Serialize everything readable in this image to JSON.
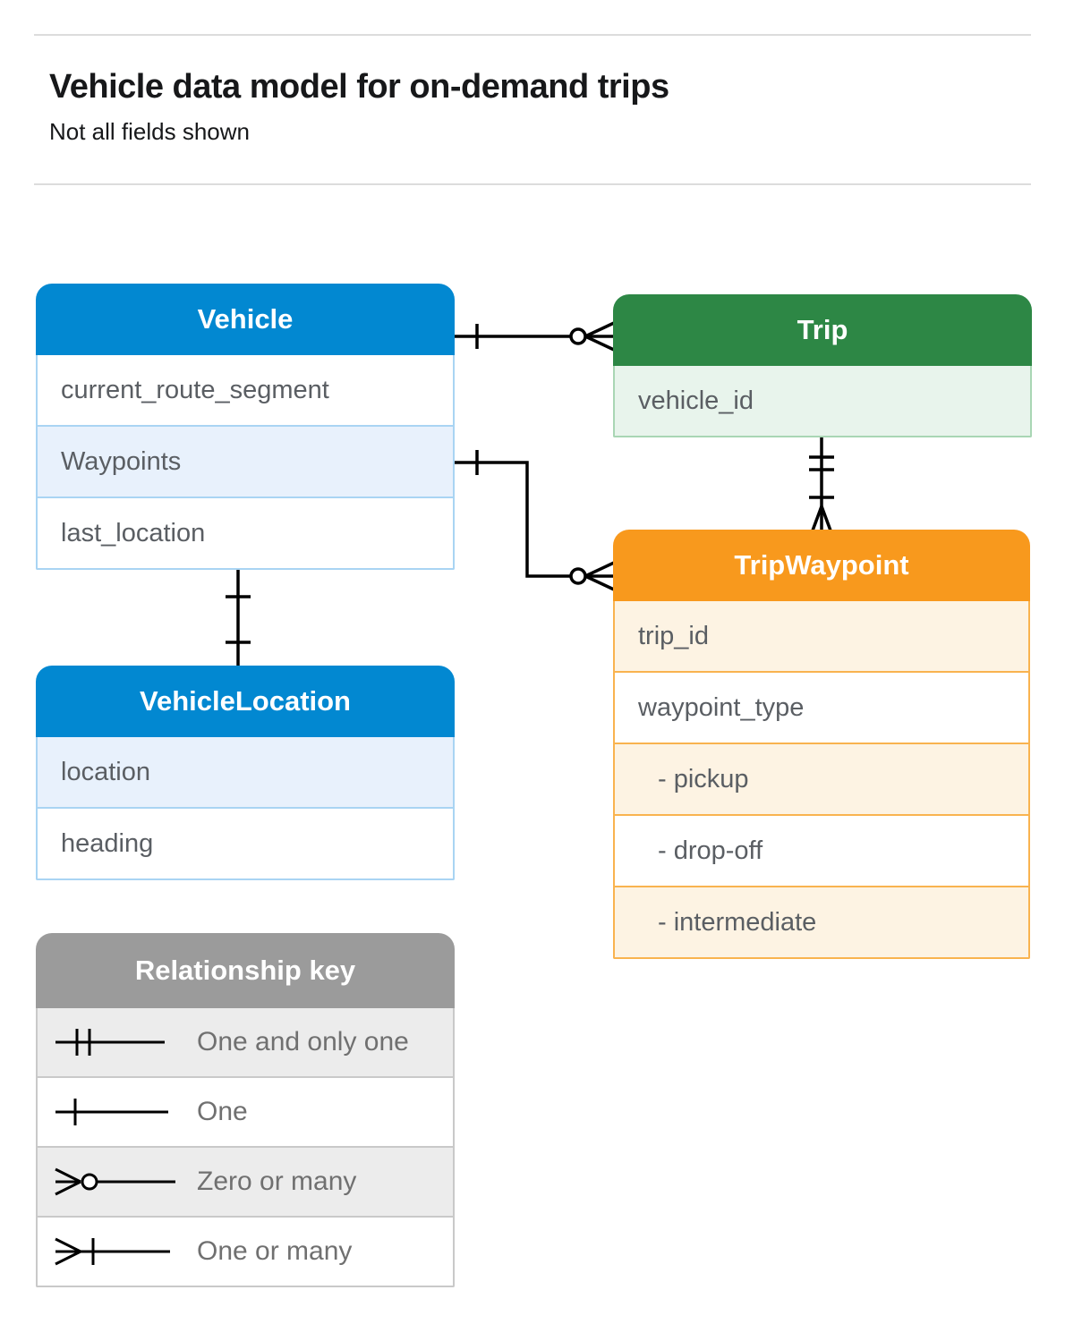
{
  "page": {
    "title": "Vehicle data model for on-demand trips",
    "subtitle": "Not all fields shown"
  },
  "entities": {
    "vehicle": {
      "title": "Vehicle",
      "fields": [
        "current_route_segment",
        "Waypoints",
        "last_location"
      ],
      "accent_color": "#0288d1"
    },
    "trip": {
      "title": "Trip",
      "fields": [
        "vehicle_id"
      ],
      "accent_color": "#2d8745"
    },
    "trip_waypoint": {
      "title": "TripWaypoint",
      "fields": [
        "trip_id",
        "waypoint_type",
        "- pickup",
        "- drop-off",
        "- intermediate"
      ],
      "accent_color": "#f8991d"
    },
    "vehicle_location": {
      "title": "VehicleLocation",
      "fields": [
        "location",
        "heading"
      ],
      "accent_color": "#0288d1"
    }
  },
  "legend": {
    "title": "Relationship key",
    "items": [
      {
        "symbol": "one-and-only-one",
        "label": "One and only one"
      },
      {
        "symbol": "one",
        "label": "One"
      },
      {
        "symbol": "zero-or-many",
        "label": "Zero or many"
      },
      {
        "symbol": "one-or-many",
        "label": "One or many"
      }
    ],
    "header_color": "#9b9b9b"
  },
  "relationships": [
    {
      "from": "Vehicle",
      "to": "Trip",
      "from_cardinality": "one",
      "to_cardinality": "zero-or-many"
    },
    {
      "from": "Trip",
      "to": "TripWaypoint",
      "from_cardinality": "one-and-only-one",
      "to_cardinality": "one-or-many"
    },
    {
      "from": "Vehicle.Waypoints",
      "to": "TripWaypoint",
      "from_cardinality": "one",
      "to_cardinality": "zero-or-many"
    },
    {
      "from": "Vehicle.last_location",
      "to": "VehicleLocation",
      "from_cardinality": "one",
      "to_cardinality": "one"
    }
  ],
  "colors": {
    "line": "#000000",
    "text": "#5a5e63",
    "divider": "#dcdcdc",
    "blue_tint": "#e8f1fc",
    "green_tint": "#e8f4ec",
    "orange_tint": "#fdf3e3",
    "gray_tint": "#ececec"
  }
}
